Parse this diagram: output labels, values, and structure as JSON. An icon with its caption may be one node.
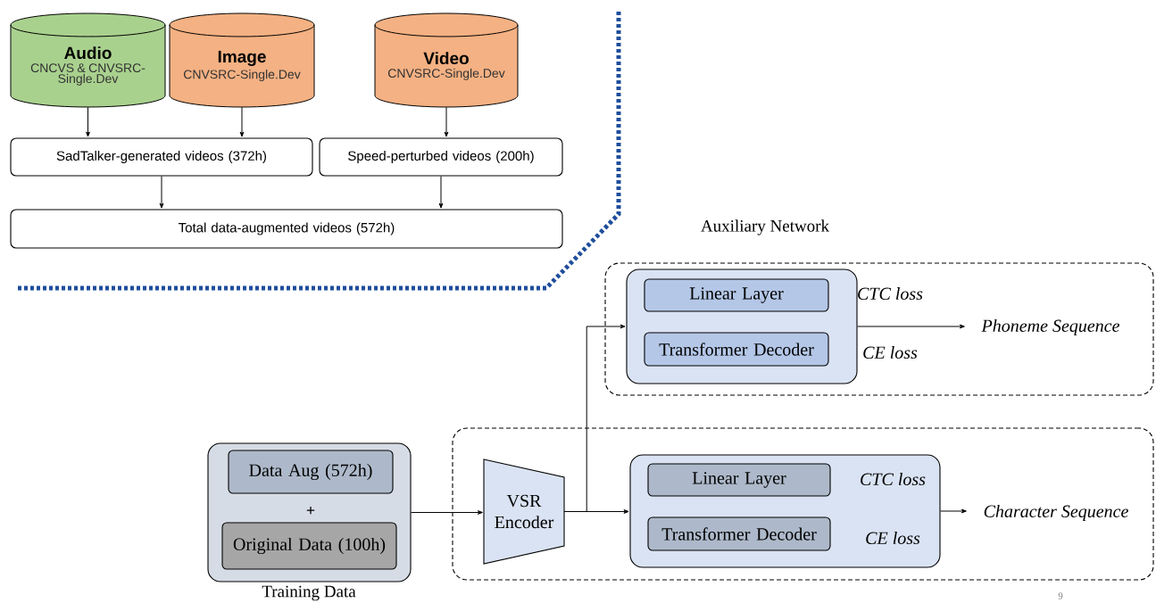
{
  "diagram": {
    "nodes": [
      {
        "text": [
          "Audio",
          "CNCVS & CNVSRC-Single.Dev"
        ]
      },
      {
        "text": [
          "Image",
          "CNVSRC-Single.Dev"
        ]
      },
      {
        "text": [
          "Video",
          "CNVSRC-Single.Dev"
        ]
      },
      {
        "text": [
          "SadTalker-generated videos (372h)"
        ]
      },
      {
        "text": [
          "Speed-perturbed videos (200h)"
        ]
      },
      {
        "text": [
          "Total data-augmented videos (572h)"
        ]
      },
      {
        "text": [
          "Auxiliary Network"
        ]
      },
      {
        "text": [
          "CTC loss",
          "CE loss"
        ],
        "in": 6
      },
      {
        "text": [
          "Linear Layer"
        ],
        "in": 7
      },
      {
        "text": [
          "Transformer Decoder"
        ],
        "in": 7
      },
      {
        "text": [
          "Phoneme Sequence"
        ],
        "in": 6
      },
      {
        "text": [
          "+",
          "Training Data"
        ]
      },
      {
        "text": [
          "Data Aug (572h)"
        ],
        "in": 11
      },
      {
        "text": [
          "Original Data (100h)"
        ],
        "in": 11
      },
      {
        "text": [],
        "shape": "box"
      },
      {
        "text": [
          "VSR Encoder"
        ],
        "in": 14
      },
      {
        "text": [
          "CTC loss",
          "CE loss"
        ],
        "in": 14
      },
      {
        "text": [
          "Linear Layer"
        ],
        "in": 16
      },
      {
        "text": [
          "Transformer Decoder"
        ],
        "in": 16
      },
      {
        "text": [
          "Character Sequence"
        ],
        "in": 14
      }
    ],
    "edges": [
      {
        "from": 0,
        "to": 3,
        "arrow": "to"
      },
      {
        "from": 1,
        "to": 3,
        "arrow": "to"
      },
      {
        "from": 2,
        "to": 4,
        "arrow": "to"
      },
      {
        "from": 3,
        "to": 5,
        "arrow": "to"
      },
      {
        "from": 4,
        "to": 5,
        "arrow": "to"
      },
      {
        "from": 11,
        "to": 15,
        "arrow": "to"
      },
      {
        "from": 15,
        "to": 16,
        "arrow": "to"
      },
      {
        "from": 15,
        "to": 7,
        "arrow": "to"
      },
      {
        "from": 7,
        "to": 10,
        "arrow": "to"
      },
      {
        "from": 16,
        "to": 19,
        "arrow": "to"
      }
    ],
    "labels": [
      "9"
    ]
  }
}
